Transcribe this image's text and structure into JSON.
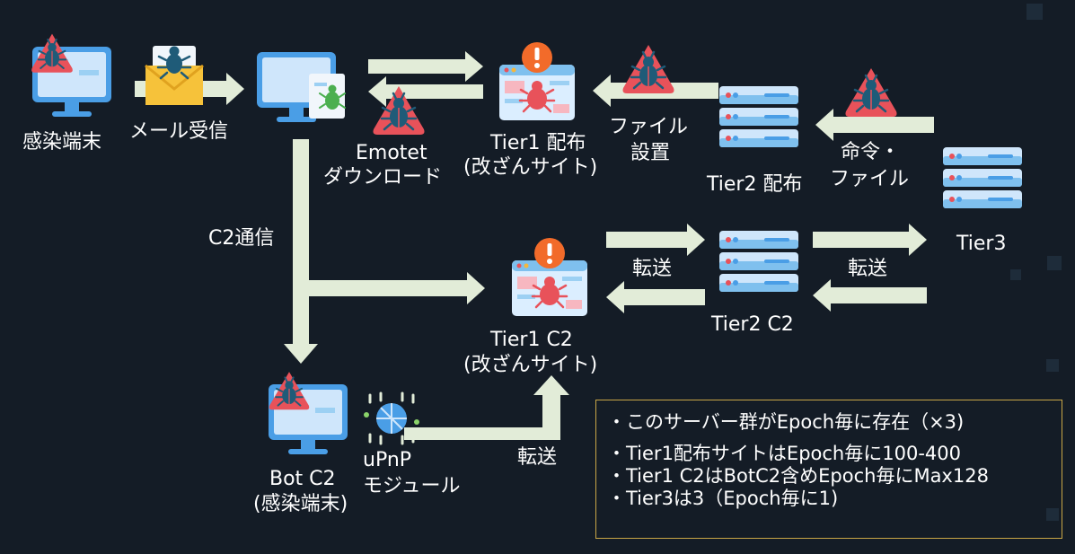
{
  "colors": {
    "background": "#141c26",
    "arrow": "#e2ecd8",
    "warning_red": "#e8525a",
    "monitor_blue": "#4a9ee6",
    "server_blue": "#cfe6fb",
    "note_border": "#c9a646"
  },
  "nodes": {
    "infected_pc": "感染端末",
    "mail_received": "メール受信",
    "emotet_download_1": "Emotet",
    "emotet_download_2": "ダウンロード",
    "tier1_dist_1": "Tier1 配布",
    "tier1_dist_2": "(改ざんサイト)",
    "file_placement_1": "ファイル",
    "file_placement_2": "設置",
    "tier2_dist": "Tier2 配布",
    "command_1": "命令・",
    "command_2": "ファイル",
    "tier3": "Tier3",
    "c2_comm": "C2通信",
    "tier1_c2_1": "Tier1 C2",
    "tier1_c2_2": "(改ざんサイト)",
    "transfer_a": "転送",
    "transfer_b": "転送",
    "transfer_c": "転送",
    "tier2_c2": "Tier2 C2",
    "bot_c2_1": "Bot C2",
    "bot_c2_2": "(感染端末)",
    "upnp_1": "uPnP",
    "upnp_2": "モジュール"
  },
  "icons": [
    "infected-monitor-icon",
    "bug-mail-icon",
    "document-monitor-icon",
    "bug-warning-icon",
    "compromised-site-icon",
    "server-stack-icon",
    "upnp-chip-icon"
  ],
  "note": {
    "line1": "・このサーバー群がEpoch毎に存在（×3)",
    "line2": "・Tier1配布サイトはEpoch毎に100-400",
    "line3": "・Tier1 C2はBotC2含めEpoch毎にMax128",
    "line4": "・Tier3は3（Epoch毎に1)"
  }
}
